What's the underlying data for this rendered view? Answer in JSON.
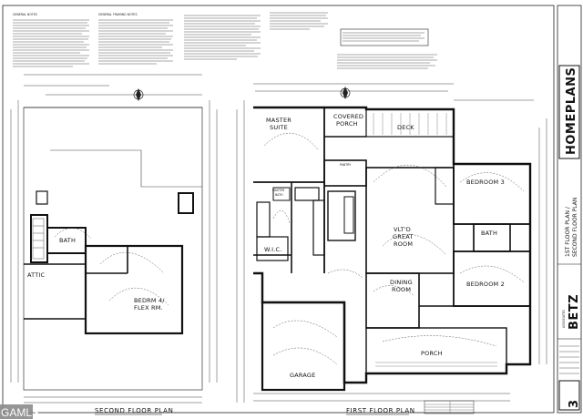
{
  "notes": {
    "general_notes": "GENERAL NOTES",
    "general_framing_notes": "GENERAL FRAMING NOTES"
  },
  "plans": {
    "second_floor": {
      "title": "SECOND FLOOR PLAN",
      "rooms": {
        "bath": "BATH",
        "attic": "ATTIC",
        "bedroom4_line1": "BEDRM 4/",
        "bedroom4_line2": "FLEX RM."
      }
    },
    "first_floor": {
      "title": "FIRST FLOOR PLAN",
      "rooms": {
        "master_suite_1": "MASTER",
        "master_suite_2": "SUITE",
        "covered_porch_1": "COVERED",
        "covered_porch_2": "PORCH",
        "deck": "DECK",
        "pantry": "PANTRY",
        "master_bath_1": "MASTER",
        "master_bath_2": "BATH",
        "wic": "W.I.C.",
        "vltd_great_room_1": "VLT'D",
        "vltd_great_room_2": "GREAT",
        "vltd_great_room_3": "ROOM",
        "bedroom3": "BEDROOM 3",
        "bath": "BATH",
        "bedroom2": "BEDROOM 2",
        "dining_room_1": "DINING",
        "dining_room_2": "ROOM",
        "porch": "PORCH",
        "garage": "GARAGE"
      }
    }
  },
  "title_block": {
    "brand": "HOMEPLANS",
    "sheet_line1": "1ST FLOOR PLAN /",
    "sheet_line2": "SECOND FLOOR PLAN",
    "firm_name": "BETZ",
    "firm_sub": "ASSOCIATES",
    "sheet_number": "3"
  },
  "watermark": "GAMLS"
}
